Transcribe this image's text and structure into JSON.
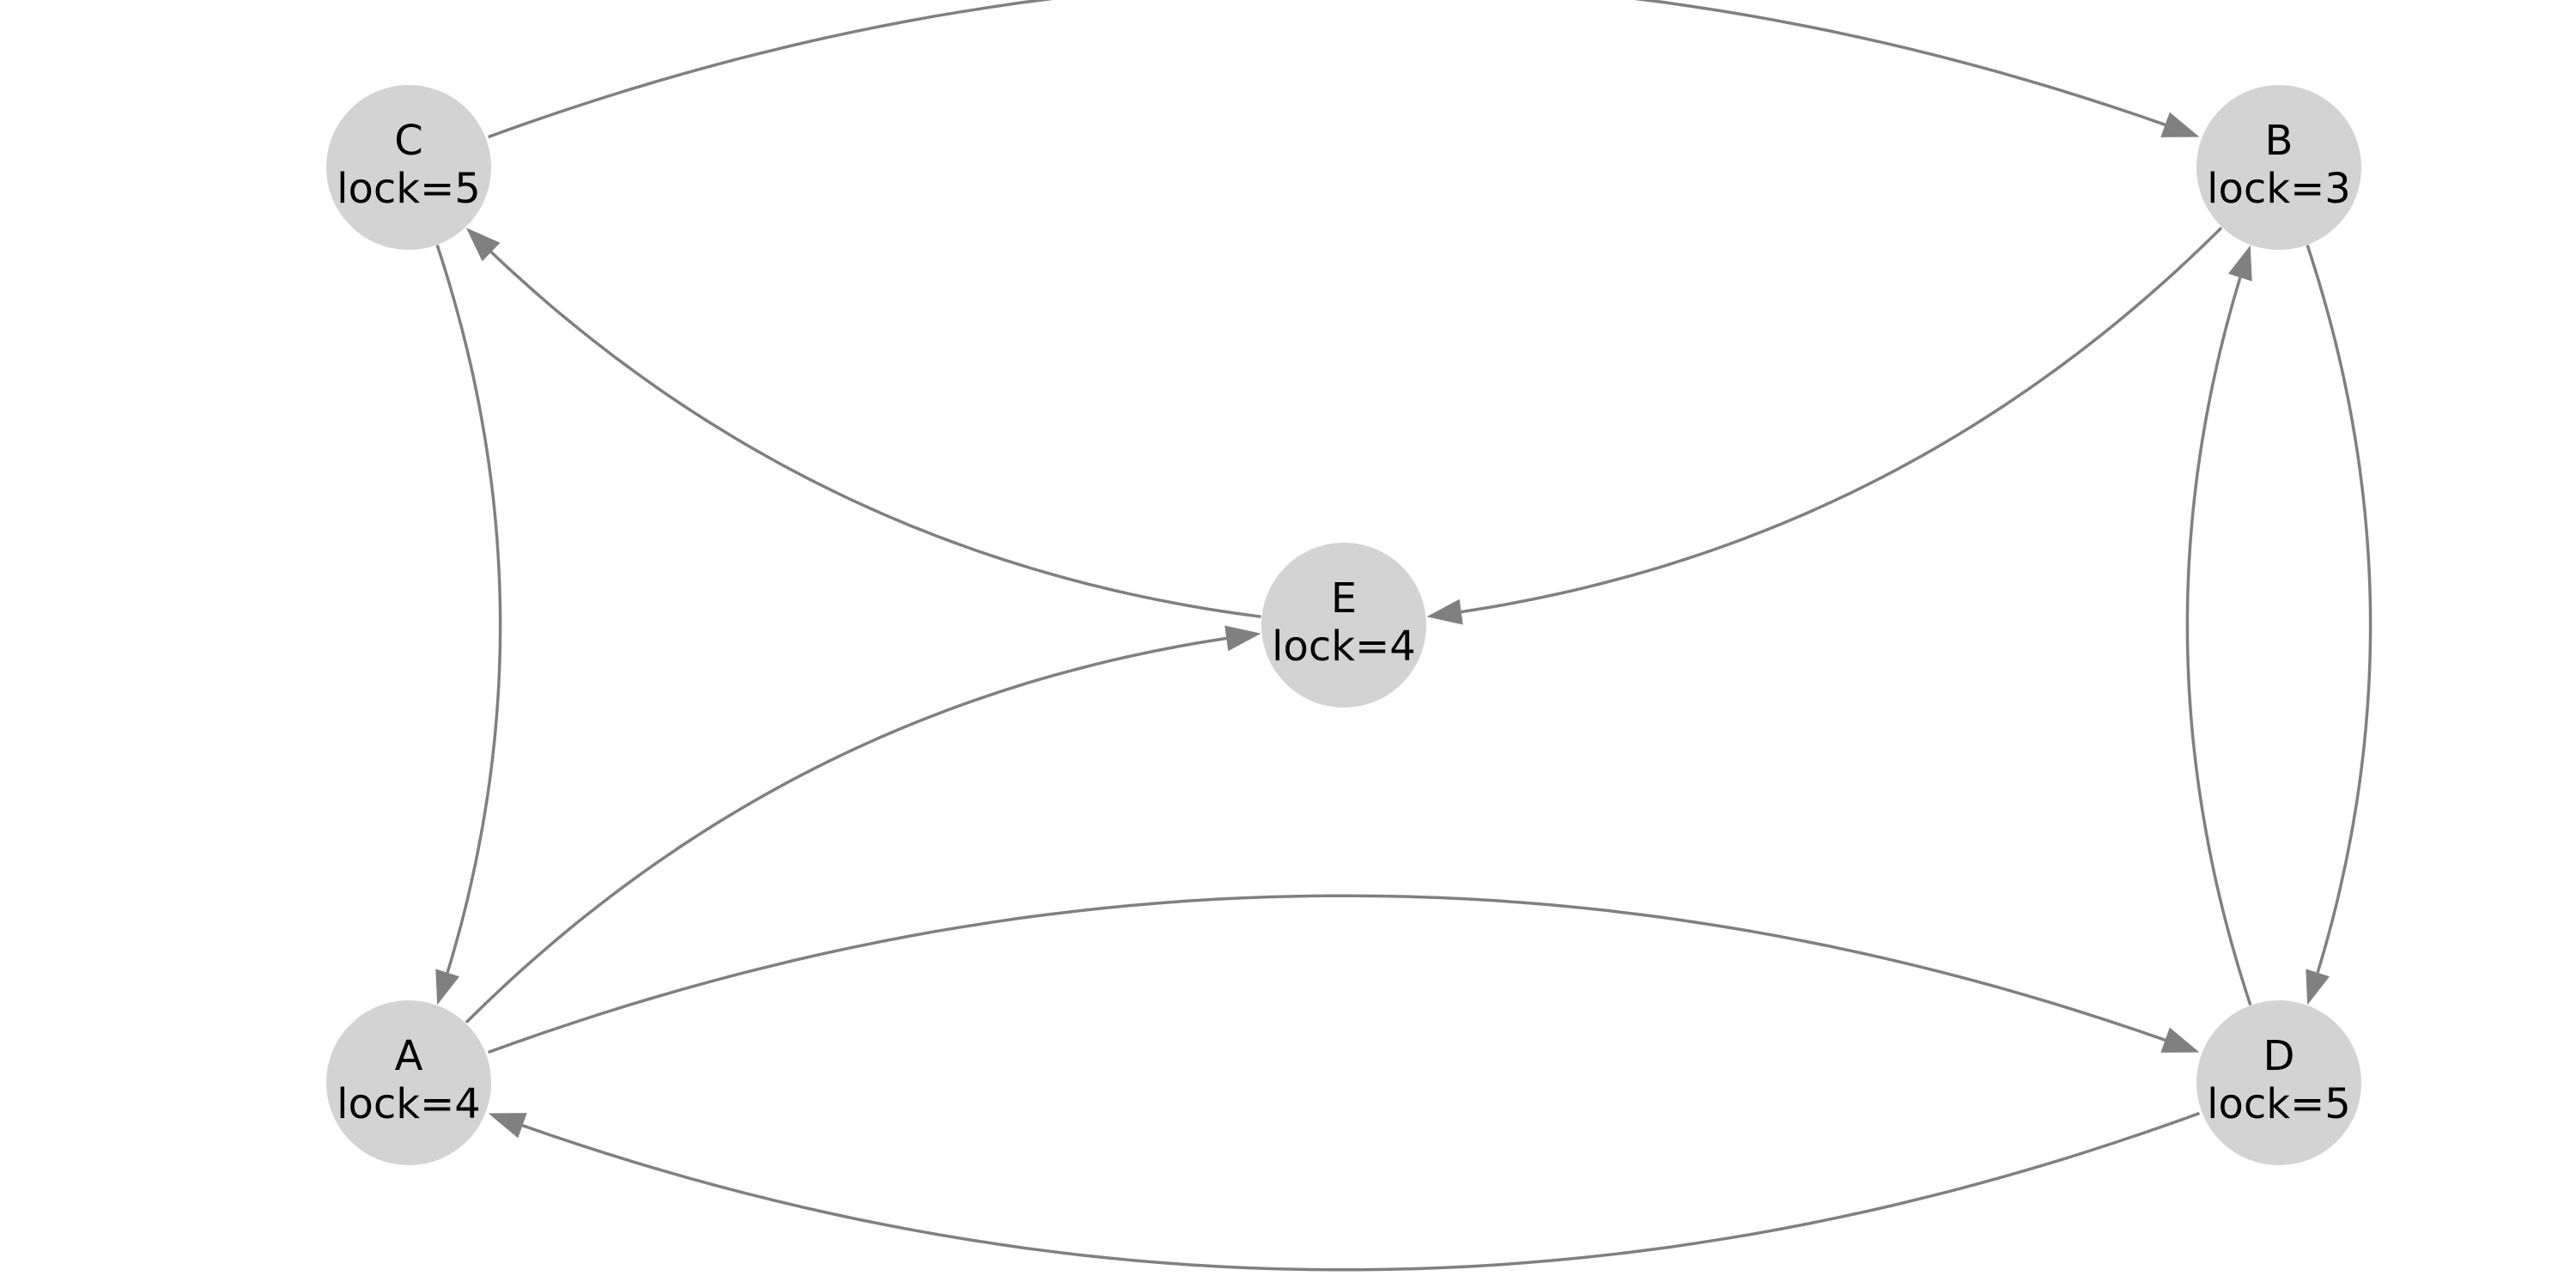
{
  "graph": {
    "nodes": [
      {
        "id": "C",
        "name": "C",
        "lock": "lock=5"
      },
      {
        "id": "B",
        "name": "B",
        "lock": "lock=3"
      },
      {
        "id": "E",
        "name": "E",
        "lock": "lock=4"
      },
      {
        "id": "A",
        "name": "A",
        "lock": "lock=4"
      },
      {
        "id": "D",
        "name": "D",
        "lock": "lock=5"
      }
    ],
    "edges": [
      {
        "from": "C",
        "to": "B"
      },
      {
        "from": "E",
        "to": "C"
      },
      {
        "from": "B",
        "to": "E"
      },
      {
        "from": "C",
        "to": "A"
      },
      {
        "from": "A",
        "to": "E"
      },
      {
        "from": "B",
        "to": "D"
      },
      {
        "from": "D",
        "to": "B"
      },
      {
        "from": "D",
        "to": "A"
      },
      {
        "from": "A",
        "to": "D"
      }
    ],
    "colors": {
      "node_fill": "#d3d3d3",
      "edge": "#808080",
      "label": "#000000"
    }
  }
}
